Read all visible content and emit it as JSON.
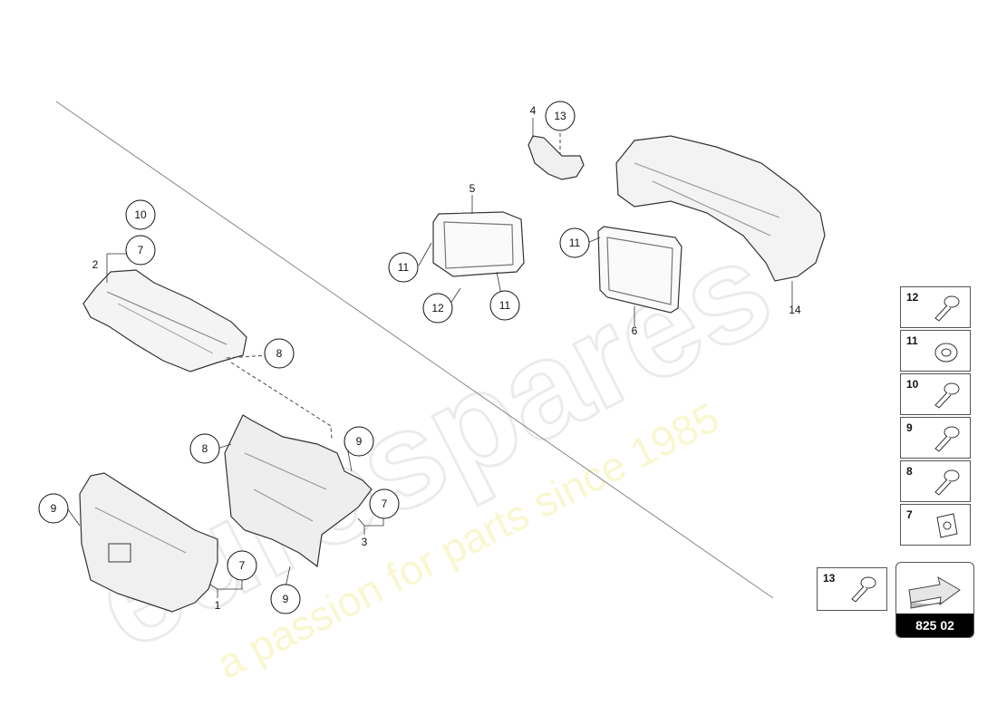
{
  "diagram": {
    "page_code": "825 02",
    "callouts": {
      "c10_top": "10",
      "c7_top": "7",
      "c8_mid": "8",
      "c13_top": "13",
      "c11_left1": "11",
      "c12": "12",
      "c11_left2": "11",
      "c11_right": "11",
      "c9_right": "9",
      "c8_low": "8",
      "c7_right": "7",
      "c9_left": "9",
      "c7_low": "7",
      "c9_bottom": "9"
    },
    "plain_labels": {
      "l2": "2",
      "l4": "4",
      "l5": "5",
      "l6": "6",
      "l14": "14",
      "l3": "3",
      "l1": "1"
    },
    "legend": [
      {
        "num": "12",
        "icon": "flange-screw-icon"
      },
      {
        "num": "11",
        "icon": "washer-nut-icon"
      },
      {
        "num": "10",
        "icon": "flange-screw-icon"
      },
      {
        "num": "9",
        "icon": "flange-screw-icon"
      },
      {
        "num": "8",
        "icon": "flange-screw-icon"
      },
      {
        "num": "7",
        "icon": "clip-nut-icon"
      }
    ],
    "fastener_13": {
      "num": "13",
      "icon": "flange-screw-icon"
    }
  },
  "watermark": {
    "logo": "eurospares",
    "tagline": "a passion for parts since 1985"
  }
}
